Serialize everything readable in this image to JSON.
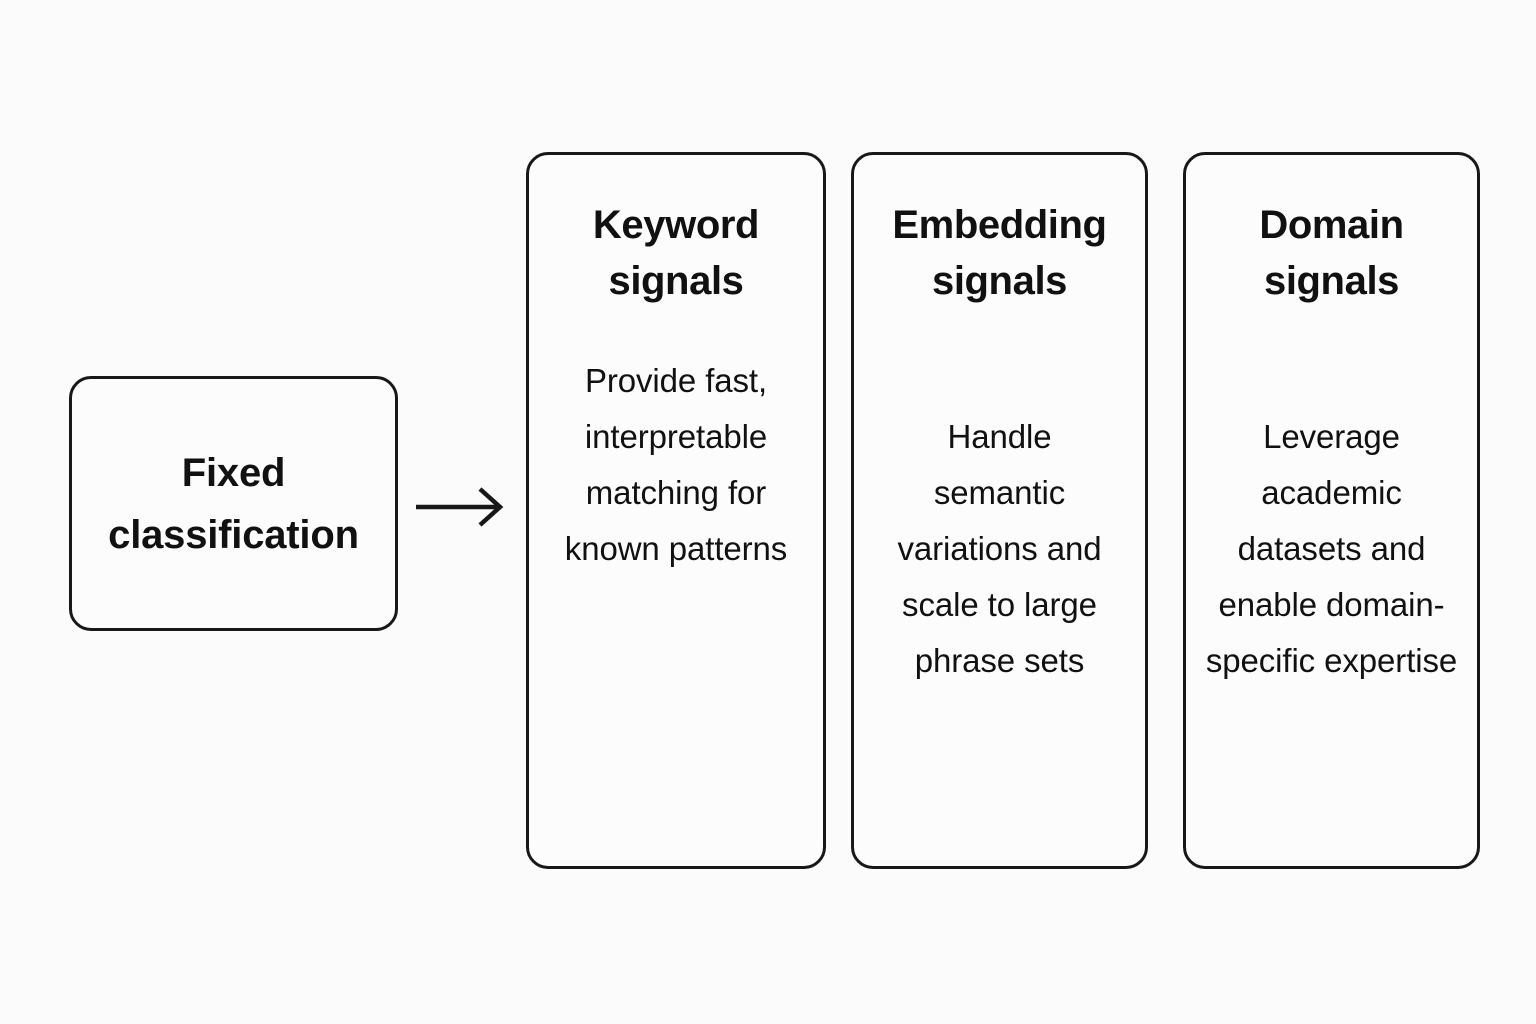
{
  "diagram": {
    "background_color": "#fbfbfb",
    "stroke_color": "#16181a",
    "text_color": "#111111",
    "source": {
      "title": "Fixed\nclassification"
    },
    "connector": {
      "icon": "arrow-right-icon"
    },
    "columns": [
      {
        "id": "keyword",
        "title": "Keyword\nsignals",
        "body": "Provide fast, interpretable matching for known patterns"
      },
      {
        "id": "embedding",
        "title": "Embedding\nsignals",
        "body": "Handle semantic variations and scale to large phrase sets"
      },
      {
        "id": "domain",
        "title": "Domain\nsignals",
        "body": "Leverage academic datasets and enable domain-specific expertise"
      }
    ]
  }
}
